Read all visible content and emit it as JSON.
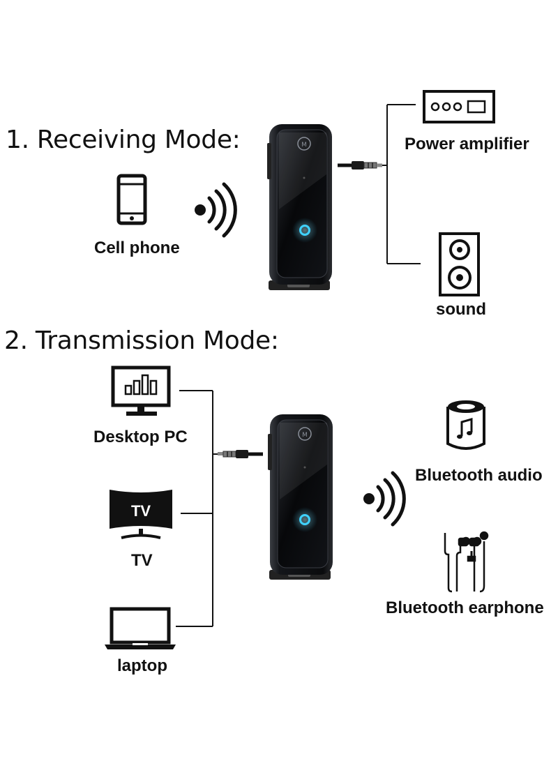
{
  "receiving": {
    "heading": "1. Receiving Mode:",
    "source": {
      "label": "Cell phone",
      "icon": "cell-phone-icon"
    },
    "outputs": [
      {
        "label": "Power amplifier",
        "icon": "power-amplifier-icon"
      },
      {
        "label": "sound",
        "icon": "speaker-icon"
      }
    ]
  },
  "transmission": {
    "heading": "2. Transmission Mode:",
    "sources": [
      {
        "label": "Desktop PC",
        "icon": "desktop-pc-icon"
      },
      {
        "label": "TV",
        "icon": "tv-icon",
        "screen_text": "TV"
      },
      {
        "label": "laptop",
        "icon": "laptop-icon"
      }
    ],
    "outputs": [
      {
        "label": "Bluetooth audio",
        "icon": "bluetooth-audio-icon"
      },
      {
        "label": "Bluetooth earphone",
        "icon": "earphone-icon"
      }
    ]
  },
  "device": {
    "led_color": "#3fd2ff",
    "body_color": "#0d0f12"
  }
}
